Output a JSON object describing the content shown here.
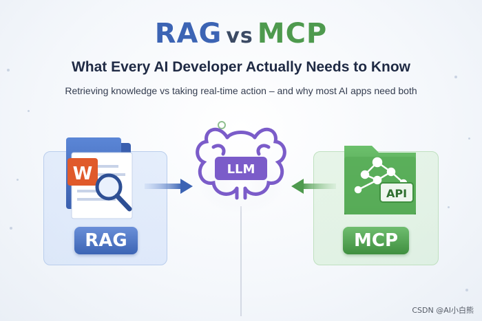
{
  "title": {
    "part1": "RAG",
    "part2": "vs",
    "part3": "MCP"
  },
  "subtitle": "What Every AI Developer Actually Needs to Know",
  "tagline": "Retrieving knowledge vs taking real-time action – and why most AI apps need both",
  "center": {
    "label": "LLM"
  },
  "left": {
    "badge": "RAG",
    "doc_letter": "W"
  },
  "right": {
    "badge": "MCP",
    "api_label": "API"
  },
  "watermark": "CSDN @AI小白熊",
  "colors": {
    "rag_blue": "#3c64b4",
    "mcp_green": "#4e9a4e",
    "llm_purple": "#7b5cc9"
  },
  "icons": [
    "document-icon",
    "magnifier-icon",
    "brain-icon",
    "folder-icon",
    "network-icon",
    "arrow-right-icon",
    "arrow-left-icon"
  ]
}
